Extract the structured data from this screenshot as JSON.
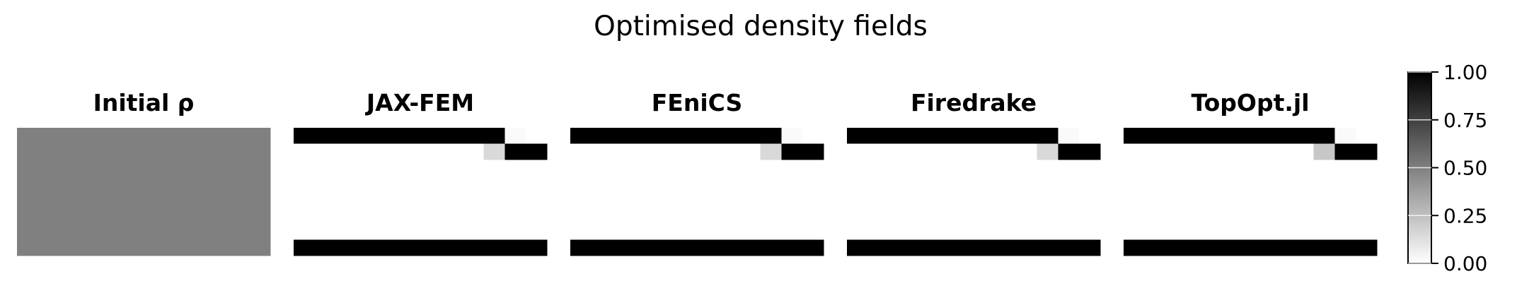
{
  "figure": {
    "title": "Optimised density fields"
  },
  "chart_data": {
    "type": "heatmap",
    "title": "Optimised density fields",
    "colormap": "gray_r",
    "vmin": 0.0,
    "vmax": 1.0,
    "panels": [
      {
        "title": "Initial ρ",
        "grid": [
          [
            0.5,
            0.5,
            0.5,
            0.5,
            0.5,
            0.5,
            0.5,
            0.5,
            0.5,
            0.5,
            0.5,
            0.5
          ],
          [
            0.5,
            0.5,
            0.5,
            0.5,
            0.5,
            0.5,
            0.5,
            0.5,
            0.5,
            0.5,
            0.5,
            0.5
          ],
          [
            0.5,
            0.5,
            0.5,
            0.5,
            0.5,
            0.5,
            0.5,
            0.5,
            0.5,
            0.5,
            0.5,
            0.5
          ],
          [
            0.5,
            0.5,
            0.5,
            0.5,
            0.5,
            0.5,
            0.5,
            0.5,
            0.5,
            0.5,
            0.5,
            0.5
          ],
          [
            0.5,
            0.5,
            0.5,
            0.5,
            0.5,
            0.5,
            0.5,
            0.5,
            0.5,
            0.5,
            0.5,
            0.5
          ],
          [
            0.5,
            0.5,
            0.5,
            0.5,
            0.5,
            0.5,
            0.5,
            0.5,
            0.5,
            0.5,
            0.5,
            0.5
          ],
          [
            0.5,
            0.5,
            0.5,
            0.5,
            0.5,
            0.5,
            0.5,
            0.5,
            0.5,
            0.5,
            0.5,
            0.5
          ],
          [
            0.5,
            0.5,
            0.5,
            0.5,
            0.5,
            0.5,
            0.5,
            0.5,
            0.5,
            0.5,
            0.5,
            0.5
          ]
        ]
      },
      {
        "title": "JAX-FEM",
        "grid": [
          [
            1,
            1,
            1,
            1,
            1,
            1,
            1,
            1,
            1,
            1,
            0.02,
            0
          ],
          [
            0,
            0,
            0,
            0,
            0,
            0,
            0,
            0,
            0,
            0.15,
            1,
            1
          ],
          [
            0,
            0,
            0,
            0,
            0,
            0,
            0,
            0,
            0,
            0,
            0,
            0
          ],
          [
            0,
            0,
            0,
            0,
            0,
            0,
            0,
            0,
            0,
            0,
            0,
            0
          ],
          [
            0,
            0,
            0,
            0,
            0,
            0,
            0,
            0,
            0,
            0,
            0,
            0
          ],
          [
            0,
            0,
            0,
            0,
            0,
            0,
            0,
            0,
            0,
            0,
            0,
            0
          ],
          [
            0,
            0,
            0,
            0,
            0,
            0,
            0,
            0,
            0,
            0,
            0,
            0
          ],
          [
            1,
            1,
            1,
            1,
            1,
            1,
            1,
            1,
            1,
            1,
            1,
            1
          ]
        ]
      },
      {
        "title": "FEniCS",
        "grid": [
          [
            1,
            1,
            1,
            1,
            1,
            1,
            1,
            1,
            1,
            1,
            0.02,
            0
          ],
          [
            0,
            0,
            0,
            0,
            0,
            0,
            0,
            0,
            0,
            0.15,
            1,
            1
          ],
          [
            0,
            0,
            0,
            0,
            0,
            0,
            0,
            0,
            0,
            0,
            0,
            0
          ],
          [
            0,
            0,
            0,
            0,
            0,
            0,
            0,
            0,
            0,
            0,
            0,
            0
          ],
          [
            0,
            0,
            0,
            0,
            0,
            0,
            0,
            0,
            0,
            0,
            0,
            0
          ],
          [
            0,
            0,
            0,
            0,
            0,
            0,
            0,
            0,
            0,
            0,
            0,
            0
          ],
          [
            0,
            0,
            0,
            0,
            0,
            0,
            0,
            0,
            0,
            0,
            0,
            0
          ],
          [
            1,
            1,
            1,
            1,
            1,
            1,
            1,
            1,
            1,
            1,
            1,
            1
          ]
        ]
      },
      {
        "title": "Firedrake",
        "grid": [
          [
            1,
            1,
            1,
            1,
            1,
            1,
            1,
            1,
            1,
            1,
            0.02,
            0
          ],
          [
            0,
            0,
            0,
            0,
            0,
            0,
            0,
            0,
            0,
            0.15,
            1,
            1
          ],
          [
            0,
            0,
            0,
            0,
            0,
            0,
            0,
            0,
            0,
            0,
            0,
            0
          ],
          [
            0,
            0,
            0,
            0,
            0,
            0,
            0,
            0,
            0,
            0,
            0,
            0
          ],
          [
            0,
            0,
            0,
            0,
            0,
            0,
            0,
            0,
            0,
            0,
            0,
            0
          ],
          [
            0,
            0,
            0,
            0,
            0,
            0,
            0,
            0,
            0,
            0,
            0,
            0
          ],
          [
            0,
            0,
            0,
            0,
            0,
            0,
            0,
            0,
            0,
            0,
            0,
            0
          ],
          [
            1,
            1,
            1,
            1,
            1,
            1,
            1,
            1,
            1,
            1,
            1,
            1
          ]
        ]
      },
      {
        "title": "TopOpt.jl",
        "grid": [
          [
            1,
            1,
            1,
            1,
            1,
            1,
            1,
            1,
            1,
            1,
            0.02,
            0
          ],
          [
            0,
            0,
            0,
            0,
            0,
            0,
            0,
            0,
            0,
            0.22,
            1,
            1
          ],
          [
            0,
            0,
            0,
            0,
            0,
            0,
            0,
            0,
            0,
            0,
            0,
            0
          ],
          [
            0,
            0,
            0,
            0,
            0,
            0,
            0,
            0,
            0,
            0,
            0,
            0
          ],
          [
            0,
            0,
            0,
            0,
            0,
            0,
            0,
            0,
            0,
            0,
            0,
            0
          ],
          [
            0,
            0,
            0,
            0,
            0,
            0,
            0,
            0,
            0,
            0,
            0,
            0
          ],
          [
            0,
            0,
            0,
            0,
            0,
            0,
            0,
            0,
            0,
            0,
            0,
            0
          ],
          [
            1,
            1,
            1,
            1,
            1,
            1,
            1,
            1,
            1,
            1,
            1,
            1
          ]
        ]
      }
    ],
    "colorbar": {
      "ticks": [
        0.0,
        0.25,
        0.5,
        0.75,
        1.0
      ],
      "tick_labels": [
        "0.00",
        "0.25",
        "0.50",
        "0.75",
        "1.00"
      ]
    },
    "grid": false
  }
}
